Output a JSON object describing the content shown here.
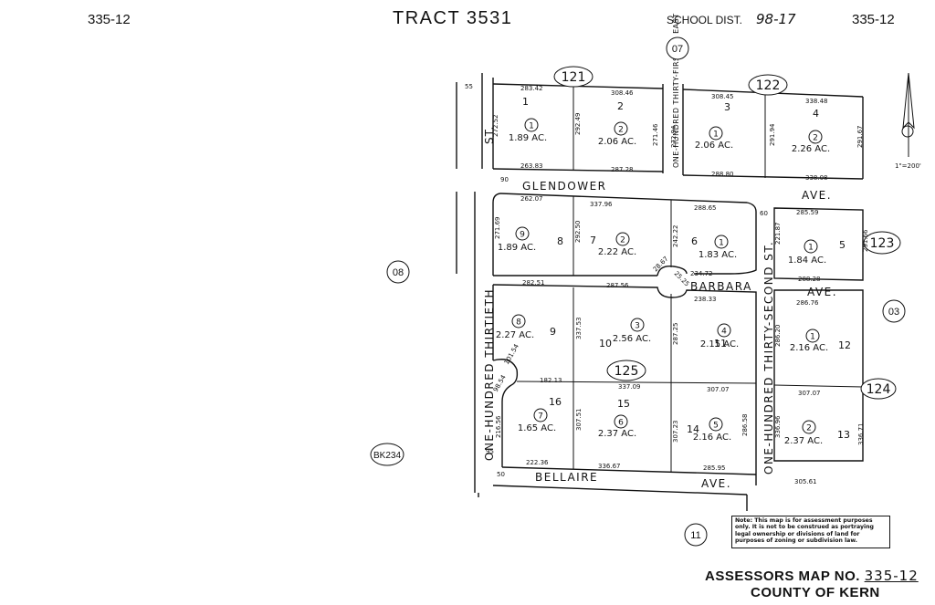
{
  "header": {
    "page_left": "335-12",
    "tract": "TRACT 3531",
    "school_label": "SCHOOL DIST.",
    "school_value": "98-17",
    "page_right": "335-12"
  },
  "streets": {
    "glendower": "GLENDOWER",
    "ave1": "AVE.",
    "barbara": "BARBARA",
    "ave2": "AVE.",
    "bellaire": "BELLAIRE",
    "ave3": "AVE.",
    "thirtieth": "ONE-HUNDRED THIRTIETH",
    "st_left": "ST.",
    "thirty_first": "ONE-HUNDRED THIRTY-FIRST ST. EAST",
    "thirty_second": "ONE-HUNDRED THIRTY-SECOND ST."
  },
  "map_refs": [
    "121",
    "122",
    "123",
    "124",
    "125",
    "07",
    "08",
    "03",
    "11",
    "BK234"
  ],
  "lots": [
    {
      "lot": "1",
      "parcel": "1",
      "acres": "1.89 AC."
    },
    {
      "lot": "2",
      "parcel": "2",
      "acres": "2.06 AC."
    },
    {
      "lot": "3",
      "parcel": "1",
      "acres": "2.06 AC."
    },
    {
      "lot": "4",
      "parcel": "2",
      "acres": "2.26 AC."
    },
    {
      "lot": "8",
      "parcel": "9",
      "acres": "1.89 AC."
    },
    {
      "lot": "7",
      "parcel": "2",
      "acres": "2.22 AC."
    },
    {
      "lot": "6",
      "parcel": "1",
      "acres": "1.83 AC."
    },
    {
      "lot": "5",
      "parcel": "1",
      "acres": "1.84 AC."
    },
    {
      "lot": "9",
      "parcel": "8",
      "acres": "2.27 AC."
    },
    {
      "lot": "10",
      "parcel": "3",
      "acres": "2.56 AC."
    },
    {
      "lot": "11",
      "parcel": "4",
      "acres": "2.15 AC."
    },
    {
      "lot": "12",
      "parcel": "1",
      "acres": "2.16 AC."
    },
    {
      "lot": "16",
      "parcel": "7",
      "acres": "1.65 AC."
    },
    {
      "lot": "15",
      "parcel": "6",
      "acres": "2.37 AC."
    },
    {
      "lot": "14",
      "parcel": "5",
      "acres": "2.16 AC."
    },
    {
      "lot": "13",
      "parcel": "2",
      "acres": "2.37 AC."
    }
  ],
  "dimensions": [
    "283.42",
    "308.46",
    "308.45",
    "338.48",
    "263.83",
    "287.28",
    "288.80",
    "338.08",
    "262.07",
    "337.96",
    "288.65",
    "285.59",
    "282.51",
    "287.56",
    "238.33",
    "286.76",
    "182.13",
    "337.09",
    "307.07",
    "307.07",
    "222.36",
    "336.67",
    "285.95",
    "305.61",
    "288.28",
    "234.72",
    "272.52",
    "292.49",
    "271.46",
    "272.94",
    "291.94",
    "291.67",
    "271.69",
    "292.50",
    "242.22",
    "221.87",
    "291.66",
    "337.53",
    "287.25",
    "286.20",
    "216.56",
    "307.51",
    "307.23",
    "286.58",
    "336.96",
    "336.71",
    "28.67",
    "25.25",
    "101.54",
    "98.54",
    "55",
    "90",
    "60",
    "95",
    "50"
  ],
  "scale": "1\"=200'",
  "note": "Note: This map is for assessment purposes only. It is not to be construed as portraying legal ownership or divisions of land for purposes of zoning or subdivision law.",
  "footer": {
    "assessors_label": "ASSESSORS MAP NO.",
    "map_no": "335-12",
    "county": "COUNTY OF KERN"
  }
}
